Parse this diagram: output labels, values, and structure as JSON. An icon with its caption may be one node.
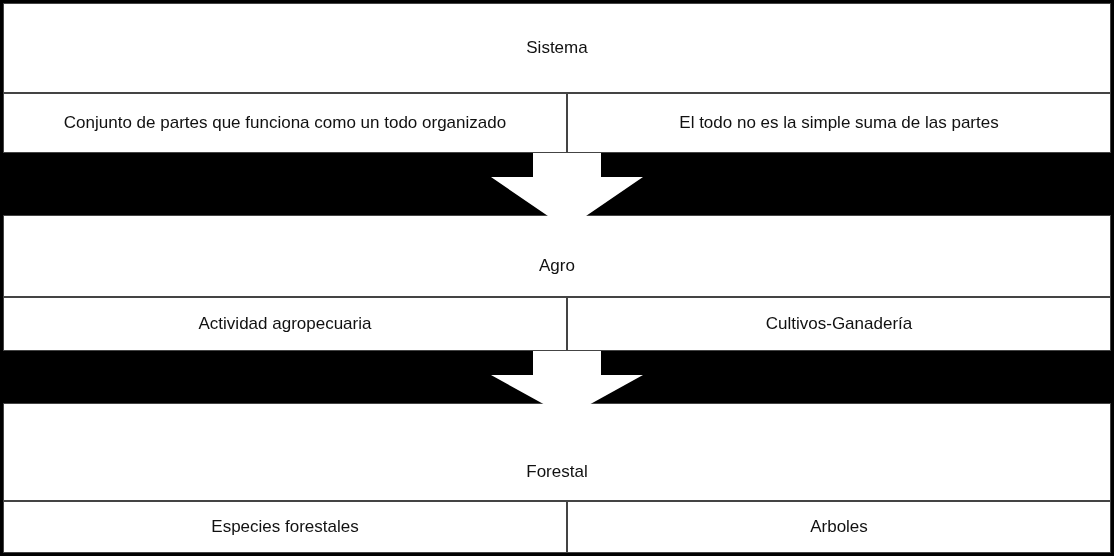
{
  "diagram": {
    "nodes": [
      {
        "text": [
          "Sistema"
        ]
      },
      {
        "text": [
          "Conjunto de partes que funciona como un todo organizado"
        ]
      },
      {
        "text": [
          "El todo  no es la simple suma de las partes"
        ]
      },
      {
        "text": [
          "Agro"
        ]
      },
      {
        "text": [
          "Actividad agropecuaria"
        ]
      },
      {
        "text": [
          "Cultivos-Ganadería"
        ]
      },
      {
        "text": [
          "Forestal"
        ]
      },
      {
        "text": [
          "Especies forestales"
        ]
      },
      {
        "text": [
          "Arboles"
        ]
      }
    ],
    "edges": [
      {
        "from": null,
        "to": 3,
        "arrow": "to"
      },
      {
        "from": null,
        "to": 6,
        "arrow": "to"
      }
    ]
  }
}
